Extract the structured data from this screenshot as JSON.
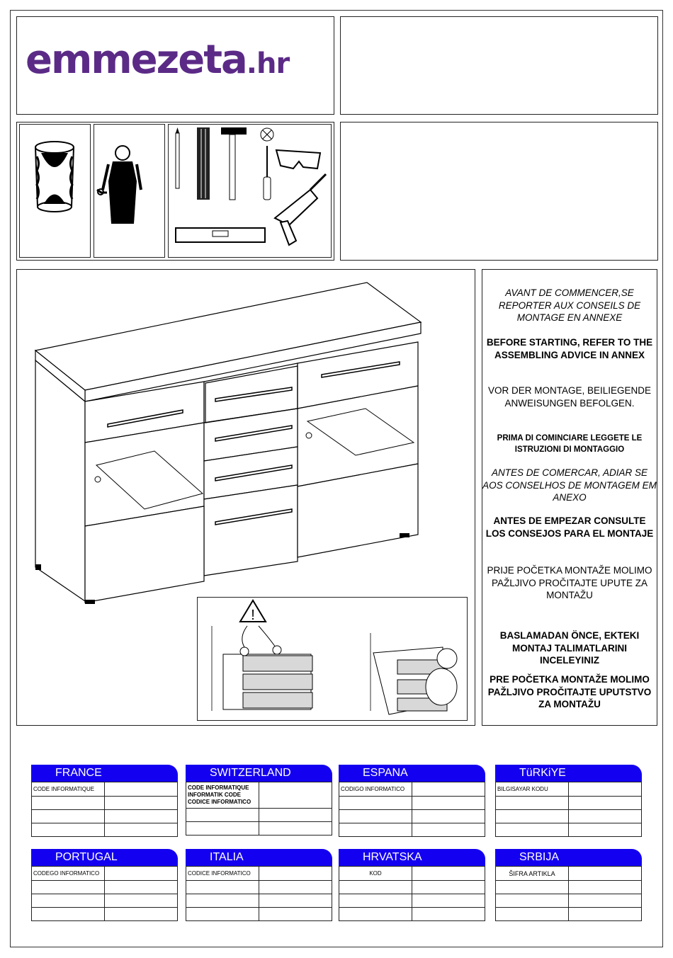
{
  "logo": {
    "brand": "emmezeta",
    "tld": ".hr"
  },
  "advice": [
    "AVANT DE COMMENCER,SE REPORTER AUX CONSEILS DE MONTAGE EN ANNEXE",
    "BEFORE STARTING, REFER TO THE ASSEMBLING ADVICE IN ANNEX",
    "VOR DER MONTAGE, BEILIEGENDE ANWEISUNGEN BEFOLGEN.",
    "PRIMA DI COMINCIARE LEGGETE LE ISTRUZIONI DI MONTAGGIO",
    "ANTES DE COMERCAR, ADIAR SE AOS CONSELHOS DE MONTAGEM EM ANEXO",
    "ANTES DE EMPEZAR CONSULTE LOS CONSEJOS PARA EL MONTAJE",
    "PRIJE POČETKA MONTAŽE MOLIMO PAŽLJIVO PROČITAJTE UPUTE ZA MONTAŽU",
    "BASLAMADAN ÖNCE, EKTEKI MONTAJ TALIMATLARINI INCELEYINIZ",
    "PRE POČETKA MONTAŽE MOLIMO PAŽLJIVO PROČITAJTE UPUTSTVO ZA MONTAŽU"
  ],
  "warning_symbol": "!",
  "countries": [
    {
      "name": "FRANCE",
      "code_label": "CODE INFORMATIQUE"
    },
    {
      "name": "SWITZERLAND",
      "code_label": "CODE INFORMATIQUE INFORMATIK CODE CODICE INFORMATICO"
    },
    {
      "name": "ESPANA",
      "code_label": "CODIGO INFORMATICO"
    },
    {
      "name": "TüRKiYE",
      "code_label": "BILGISAYAR KODU"
    },
    {
      "name": "PORTUGAL",
      "code_label": "CODEGO INFORMATICO"
    },
    {
      "name": "ITALIA",
      "code_label": "CODICE INFORMATICO"
    },
    {
      "name": "HRVATSKA",
      "code_label": "KOD"
    },
    {
      "name": "SRBIJA",
      "code_label": "ŠIFRA ARTIKLA"
    }
  ],
  "colors": {
    "brand": "#5b2a86",
    "tab": "#1400f0"
  },
  "icons": [
    "assembly-time-icon",
    "two-person-icon",
    "pencil-icon",
    "folding-rule-icon",
    "hammer-icon",
    "no-flat-screwdriver-icon",
    "screwdriver-icon",
    "safety-glasses-icon",
    "drill-icon",
    "spirit-level-icon",
    "warning-icon"
  ]
}
